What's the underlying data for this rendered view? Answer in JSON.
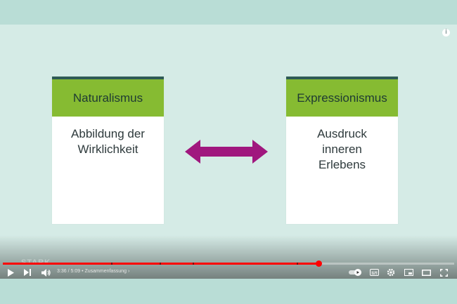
{
  "slide": {
    "left_card": {
      "title": "Naturalismus",
      "lines": [
        "Abbildung der",
        "Wirklichkeit"
      ]
    },
    "right_card": {
      "title": "Expressionismus",
      "lines": [
        "Ausdruck",
        "inneren",
        "Erlebens"
      ]
    },
    "arrow_color": "#a0177e",
    "header_color": "#86bb32",
    "watermark": "STARK"
  },
  "player": {
    "current_time": "3:36",
    "duration": "5:09",
    "time_separator": "/",
    "chapter_bullet": "•",
    "chapter": "Zusammenfassung",
    "chapter_chevron": "›",
    "progress": 0.7,
    "autoplay": true,
    "icons": [
      "info-icon",
      "play-icon",
      "next-icon",
      "volume-icon",
      "autoplay-toggle",
      "subtitles-icon",
      "settings-icon",
      "miniplayer-icon",
      "theater-icon",
      "fullscreen-icon"
    ]
  }
}
